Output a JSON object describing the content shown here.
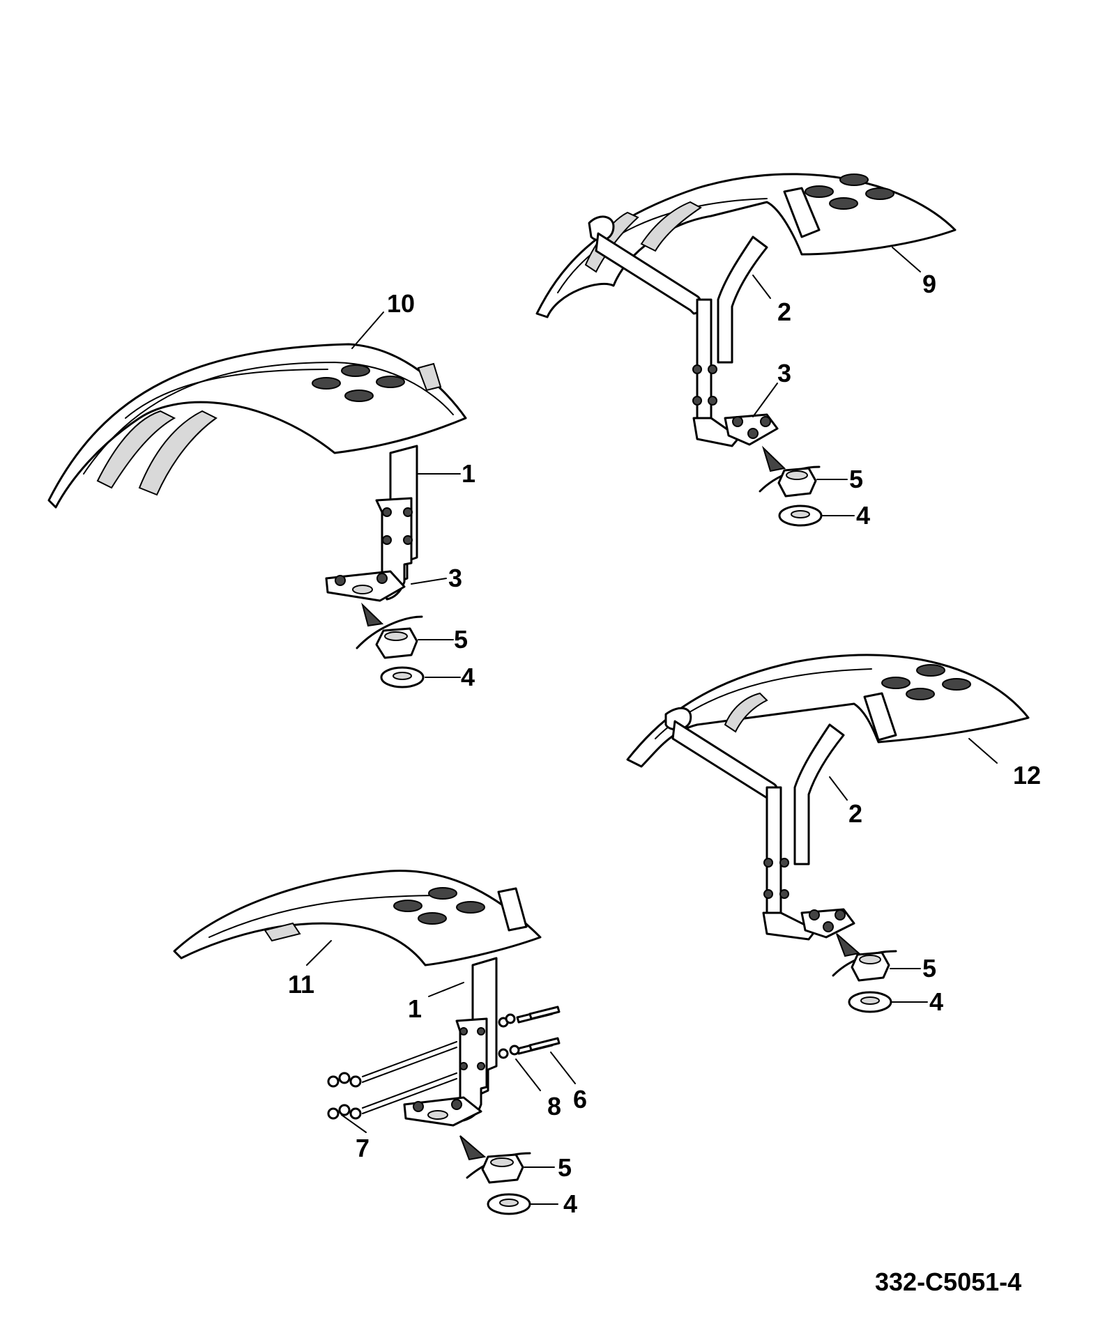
{
  "callouts": {
    "assembly_top_left": {
      "fender": "10",
      "bracket": "1",
      "plate": "3",
      "nut": "5",
      "washer": "4"
    },
    "assembly_top_right": {
      "fender": "9",
      "bracket": "2",
      "plate": "3",
      "nut": "5",
      "washer": "4"
    },
    "assembly_mid_right": {
      "fender": "12",
      "bracket": "2",
      "nut": "5",
      "washer": "4"
    },
    "assembly_bottom_left": {
      "fender": "11",
      "bracket": "1",
      "bolt": "6",
      "nut_small": "7",
      "washer_small": "8",
      "nut": "5",
      "washer": "4"
    }
  },
  "document_ref": "332-C5051-4"
}
